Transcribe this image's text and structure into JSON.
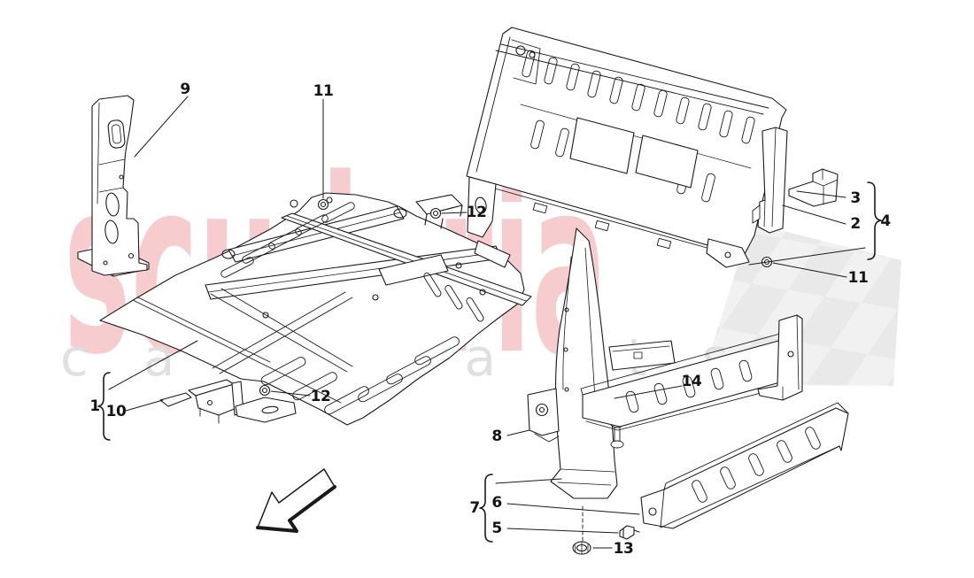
{
  "document": {
    "kind": "car body parts exploded diagram",
    "section": "central part of structure",
    "background": "#ffffff",
    "line_color": "#1a1a1a"
  },
  "watermark": {
    "brand": "scuderia",
    "brand_sub": "car parts",
    "pink": "#e1565f",
    "gray": "#dedede",
    "checker": "#e5e5e5"
  },
  "callouts": [
    {
      "label": "9"
    },
    {
      "label": "11"
    },
    {
      "label": "12"
    },
    {
      "label": "3"
    },
    {
      "label": "2"
    },
    {
      "label": "4"
    },
    {
      "label": "11"
    },
    {
      "label": "14"
    },
    {
      "label": "8"
    },
    {
      "label": "1"
    },
    {
      "label": "10"
    },
    {
      "label": "12"
    },
    {
      "label": "7"
    },
    {
      "label": "6"
    },
    {
      "label": "5"
    },
    {
      "label": "13"
    }
  ]
}
